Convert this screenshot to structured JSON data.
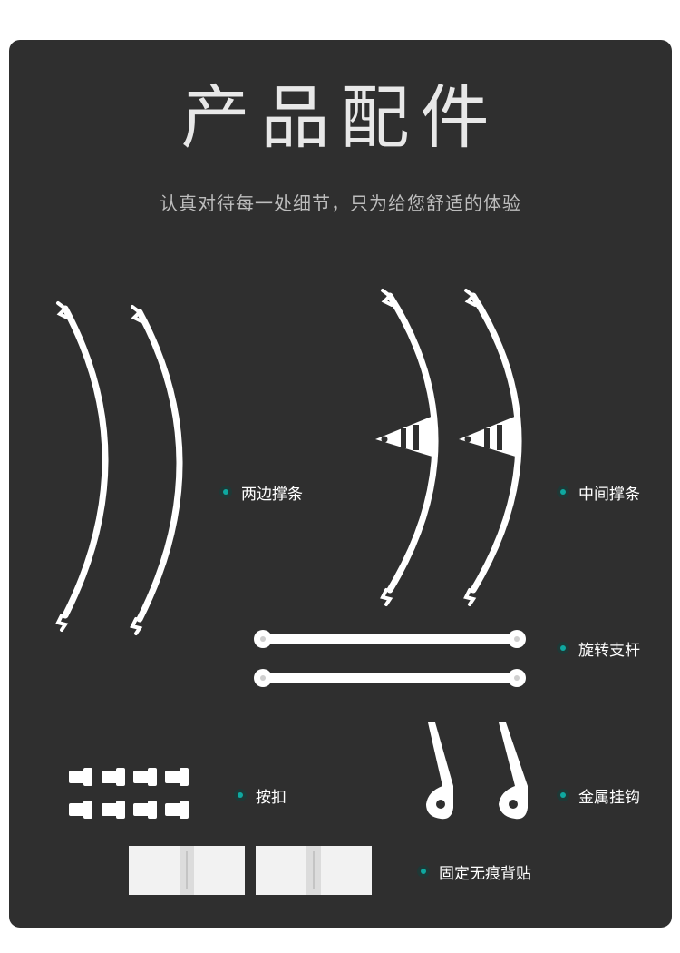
{
  "header": {
    "title": "产品配件",
    "subtitle": "认真对待每一处细节，只为给您舒适的体验"
  },
  "parts": {
    "side_struts": "两边撑条",
    "middle_struts": "中间撑条",
    "rotating_rods": "旋转支杆",
    "buckles": "按扣",
    "metal_hooks": "金属挂钩",
    "adhesive_backs": "固定无痕背贴"
  },
  "colors": {
    "panel_bg": "#2f2f2f",
    "accent": "#0fa8a0",
    "part_color": "#ffffff"
  }
}
